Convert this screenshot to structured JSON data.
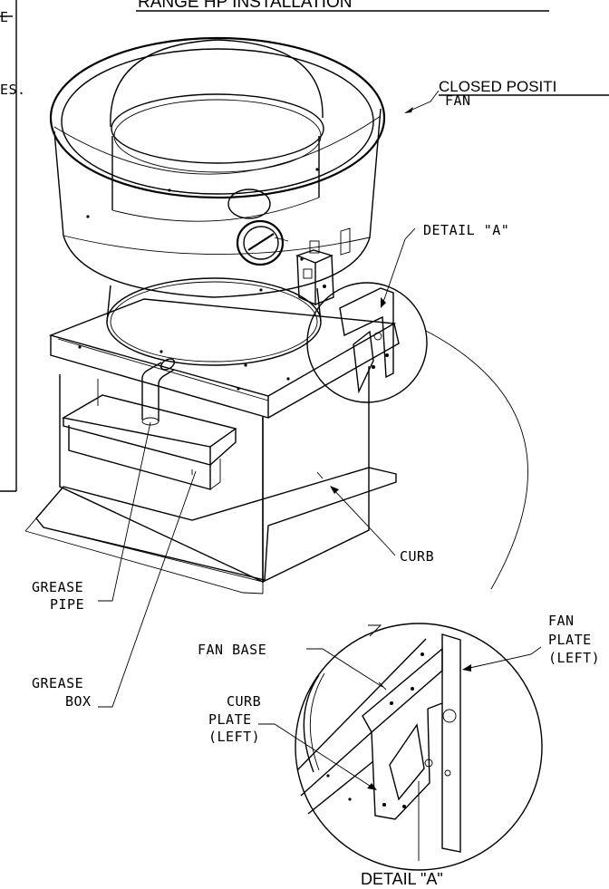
{
  "header": {
    "title_partial": "RANGE HP INSTALLATION",
    "subtitle_partial": "CLOSED POSITI"
  },
  "margin_notes": {
    "top": "E",
    "middle": "ES."
  },
  "labels": {
    "fan": "FAN",
    "detail_a_callout": "DETAIL \"A\"",
    "curb": "CURB",
    "grease_pipe_line1": "GREASE",
    "grease_pipe_line2": "PIPE",
    "grease_box_line1": "GREASE",
    "grease_box_line2": "BOX",
    "fan_base": "FAN BASE",
    "curb_plate_line1": "CURB",
    "curb_plate_line2": "PLATE",
    "curb_plate_line3": "(LEFT)",
    "fan_plate_line1": "FAN",
    "fan_plate_line2": "PLATE",
    "fan_plate_line3": "(LEFT)",
    "detail_a_title": "DETAIL \"A\""
  }
}
